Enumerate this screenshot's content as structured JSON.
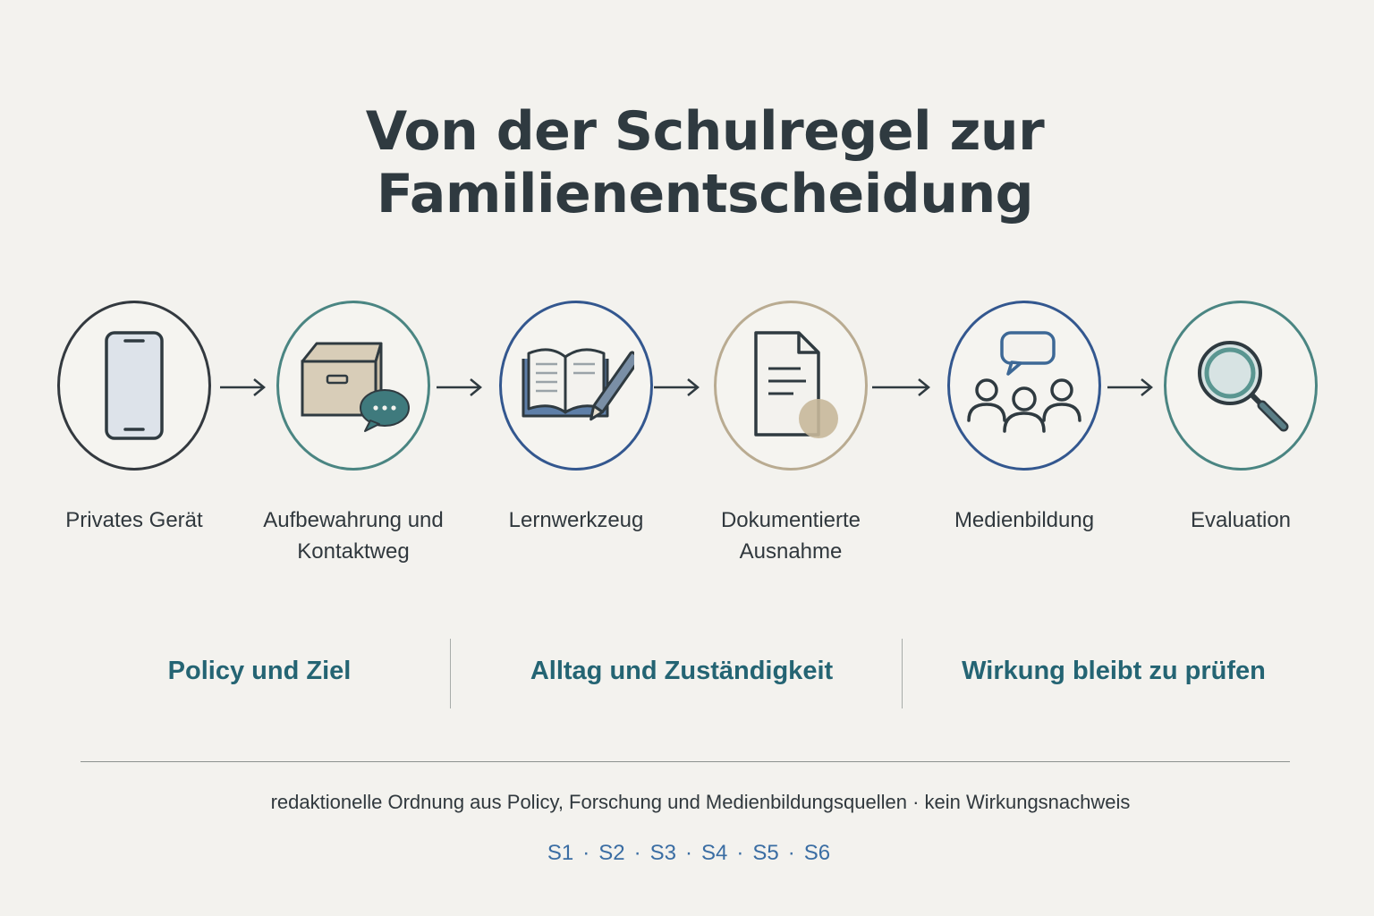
{
  "title": "Von der Schulregel zur Familienentscheidung",
  "steps": [
    {
      "label": "Privates Gerät",
      "icon": "smartphone-icon",
      "ring_color": "#33393f"
    },
    {
      "label": "Aufbewahrung und\nKontaktweg",
      "icon": "storage-box-chat-icon",
      "ring_color": "#4a8582"
    },
    {
      "label": "Lernwerkzeug",
      "icon": "book-pencil-icon",
      "ring_color": "#33578f"
    },
    {
      "label": "Dokumentierte\nAusnahme",
      "icon": "document-icon",
      "ring_color": "#b9ab91"
    },
    {
      "label": "Medienbildung",
      "icon": "group-discussion-icon",
      "ring_color": "#33578f"
    },
    {
      "label": "Evaluation",
      "icon": "magnifier-icon",
      "ring_color": "#4a8582"
    }
  ],
  "phases": [
    "Policy und Ziel",
    "Alltag und Zuständigkeit",
    "Wirkung bleibt zu prüfen"
  ],
  "footer_note": "redaktionelle Ordnung aus Policy, Forschung und Medienbildungsquellen · kein Wirkungsnachweis",
  "sources": [
    "S1",
    "S2",
    "S3",
    "S4",
    "S5",
    "S6"
  ],
  "colors": {
    "title": "#2f3a40",
    "phase_text": "#246473",
    "source_text": "#3a6da3",
    "background": "#f3f2ee"
  }
}
